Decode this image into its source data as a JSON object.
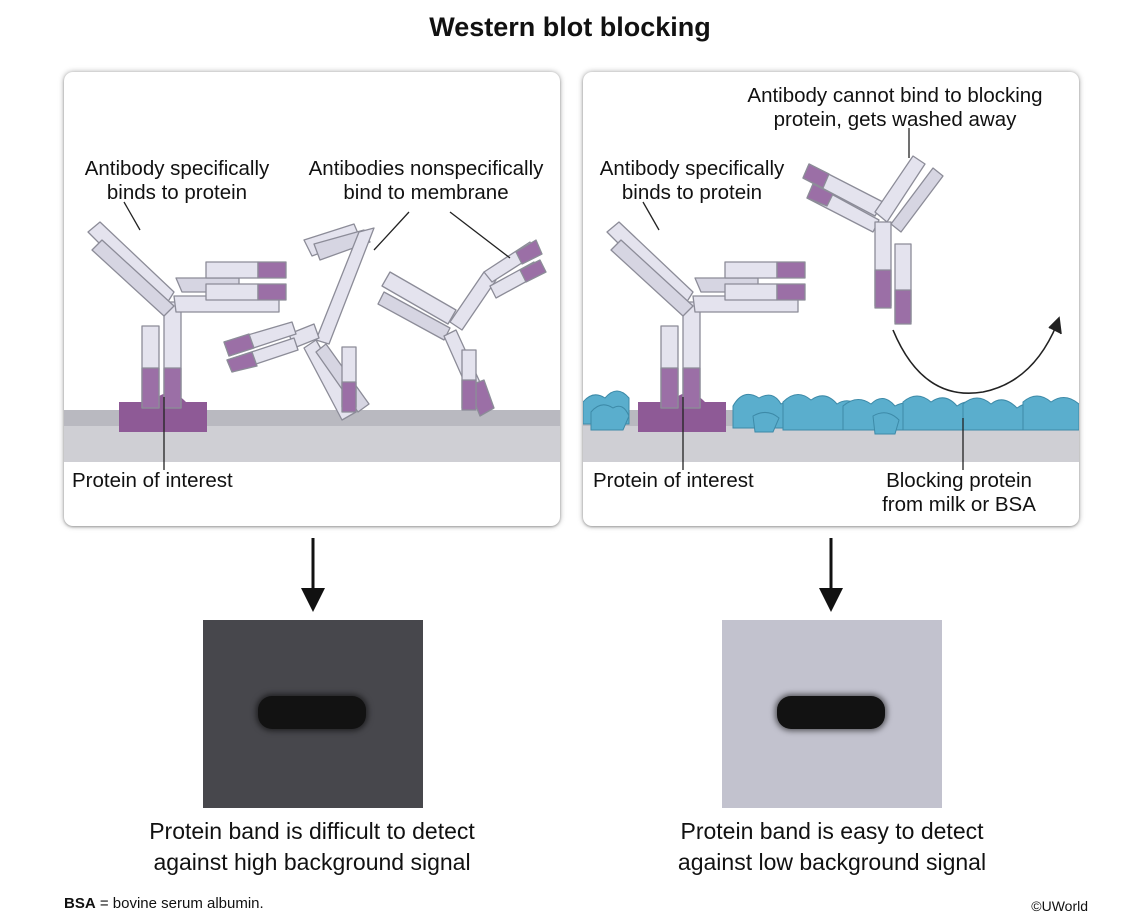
{
  "title": "Western blot blocking",
  "left_panel": {
    "label_specific": [
      "Antibody specifically",
      "binds to protein"
    ],
    "label_nonspecific": [
      "Antibodies nonspecifically",
      "bind to membrane"
    ],
    "label_protein": "Protein of interest"
  },
  "right_panel": {
    "label_washed": [
      "Antibody cannot bind to blocking",
      "protein, gets washed away"
    ],
    "label_specific": [
      "Antibody specifically",
      "binds to protein"
    ],
    "label_protein": "Protein of interest",
    "label_blocking": [
      "Blocking protein",
      "from milk or BSA"
    ]
  },
  "captions": {
    "left": [
      "Protein band is difficult to detect",
      "against high background signal"
    ],
    "right": [
      "Protein band is easy to detect",
      "against low background signal"
    ]
  },
  "footnote": {
    "abbr": "BSA",
    "text": " = bovine serum albumin."
  },
  "copyright": "©UWorld",
  "colors": {
    "antibody": "#e4e3ee",
    "antigen_site": "#9b6fa6",
    "protein": "#8e5a96",
    "membrane": "#c6c6cc",
    "blocking_protein": "#5aaecd",
    "blot_high_background": "#47474c",
    "blot_low_background": "#c2c2ce",
    "band": "#121212"
  }
}
